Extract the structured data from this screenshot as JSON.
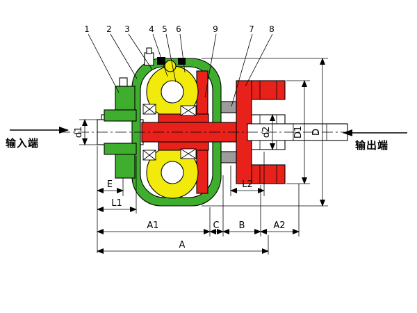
{
  "labels": {
    "input_end": "输入端",
    "output_end": "输出端"
  },
  "part_numbers": {
    "p1": "1",
    "p2": "2",
    "p3": "3",
    "p4": "4",
    "p5": "5",
    "p6": "6",
    "p9": "9",
    "p7": "7",
    "p8": "8"
  },
  "dimensions": {
    "d1": "d1",
    "d2": "d2",
    "D1": "D1",
    "D": "D",
    "E": "E",
    "L1": "L1",
    "L2": "L2",
    "A1": "A1",
    "C": "C",
    "B": "B",
    "A2": "A2",
    "A": "A"
  },
  "colors": {
    "housing_green": "#3FAE2E",
    "impeller_yellow": "#F2EA0A",
    "rotor_red": "#E8221A",
    "seal_gray": "#9C9C9C",
    "line_black": "#000000"
  }
}
